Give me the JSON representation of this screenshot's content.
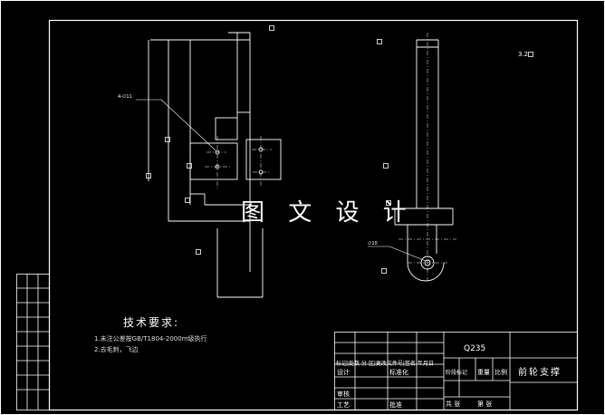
{
  "watermark": "图 文 设 计",
  "technical_requirements": {
    "title": "技术要求:",
    "items": [
      "1.未注公差按GB/T1804-2000m级执行",
      "2.去毛刺，飞边"
    ]
  },
  "title_block": {
    "material": "Q235",
    "part_name": "前轮支撑",
    "row_revision": "标记|处数 分  区|更改文件号|签名|年月日",
    "design": "设计",
    "standardize": "标准化",
    "stage_mark": "阶段标记",
    "weight": "重量",
    "scale": "比例",
    "review": "审核",
    "process": "工艺",
    "approve": "批准",
    "sheets_total": "共   张",
    "sheet_no": "第   张"
  },
  "surface_roughness": "3.2",
  "dimension_labels": {
    "left_callout": "4-∅11",
    "right_callout": "∅10"
  }
}
